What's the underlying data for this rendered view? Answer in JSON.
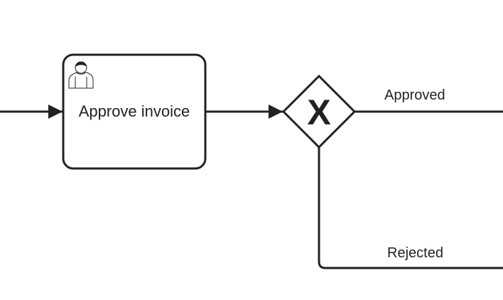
{
  "colors": {
    "stroke": "#222222",
    "fill": "#ffffff"
  },
  "task": {
    "label": "Approve invoice",
    "icon": "user-icon"
  },
  "gateway": {
    "type": "exclusive",
    "marker": "X"
  },
  "flows": {
    "approved_label": "Approved",
    "rejected_label": "Rejected"
  }
}
